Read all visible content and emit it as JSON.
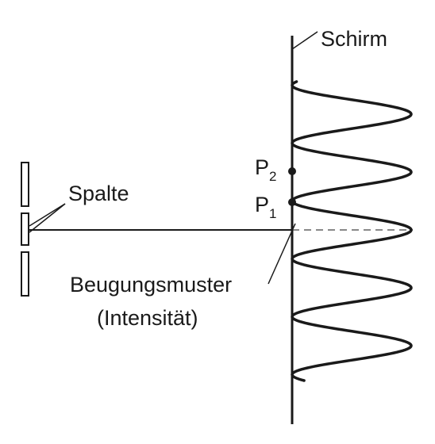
{
  "labels": {
    "screen": "Schirm",
    "slits": "Spalte",
    "pattern_line1": "Beugungsmuster",
    "pattern_line2": "(Intensität)",
    "point2_letter": "P",
    "point2_index": "2",
    "point1_letter": "P",
    "point1_index": "1"
  },
  "colors": {
    "ink": "#1a1a1a",
    "dashed": "#888888",
    "background": "#ffffff"
  }
}
